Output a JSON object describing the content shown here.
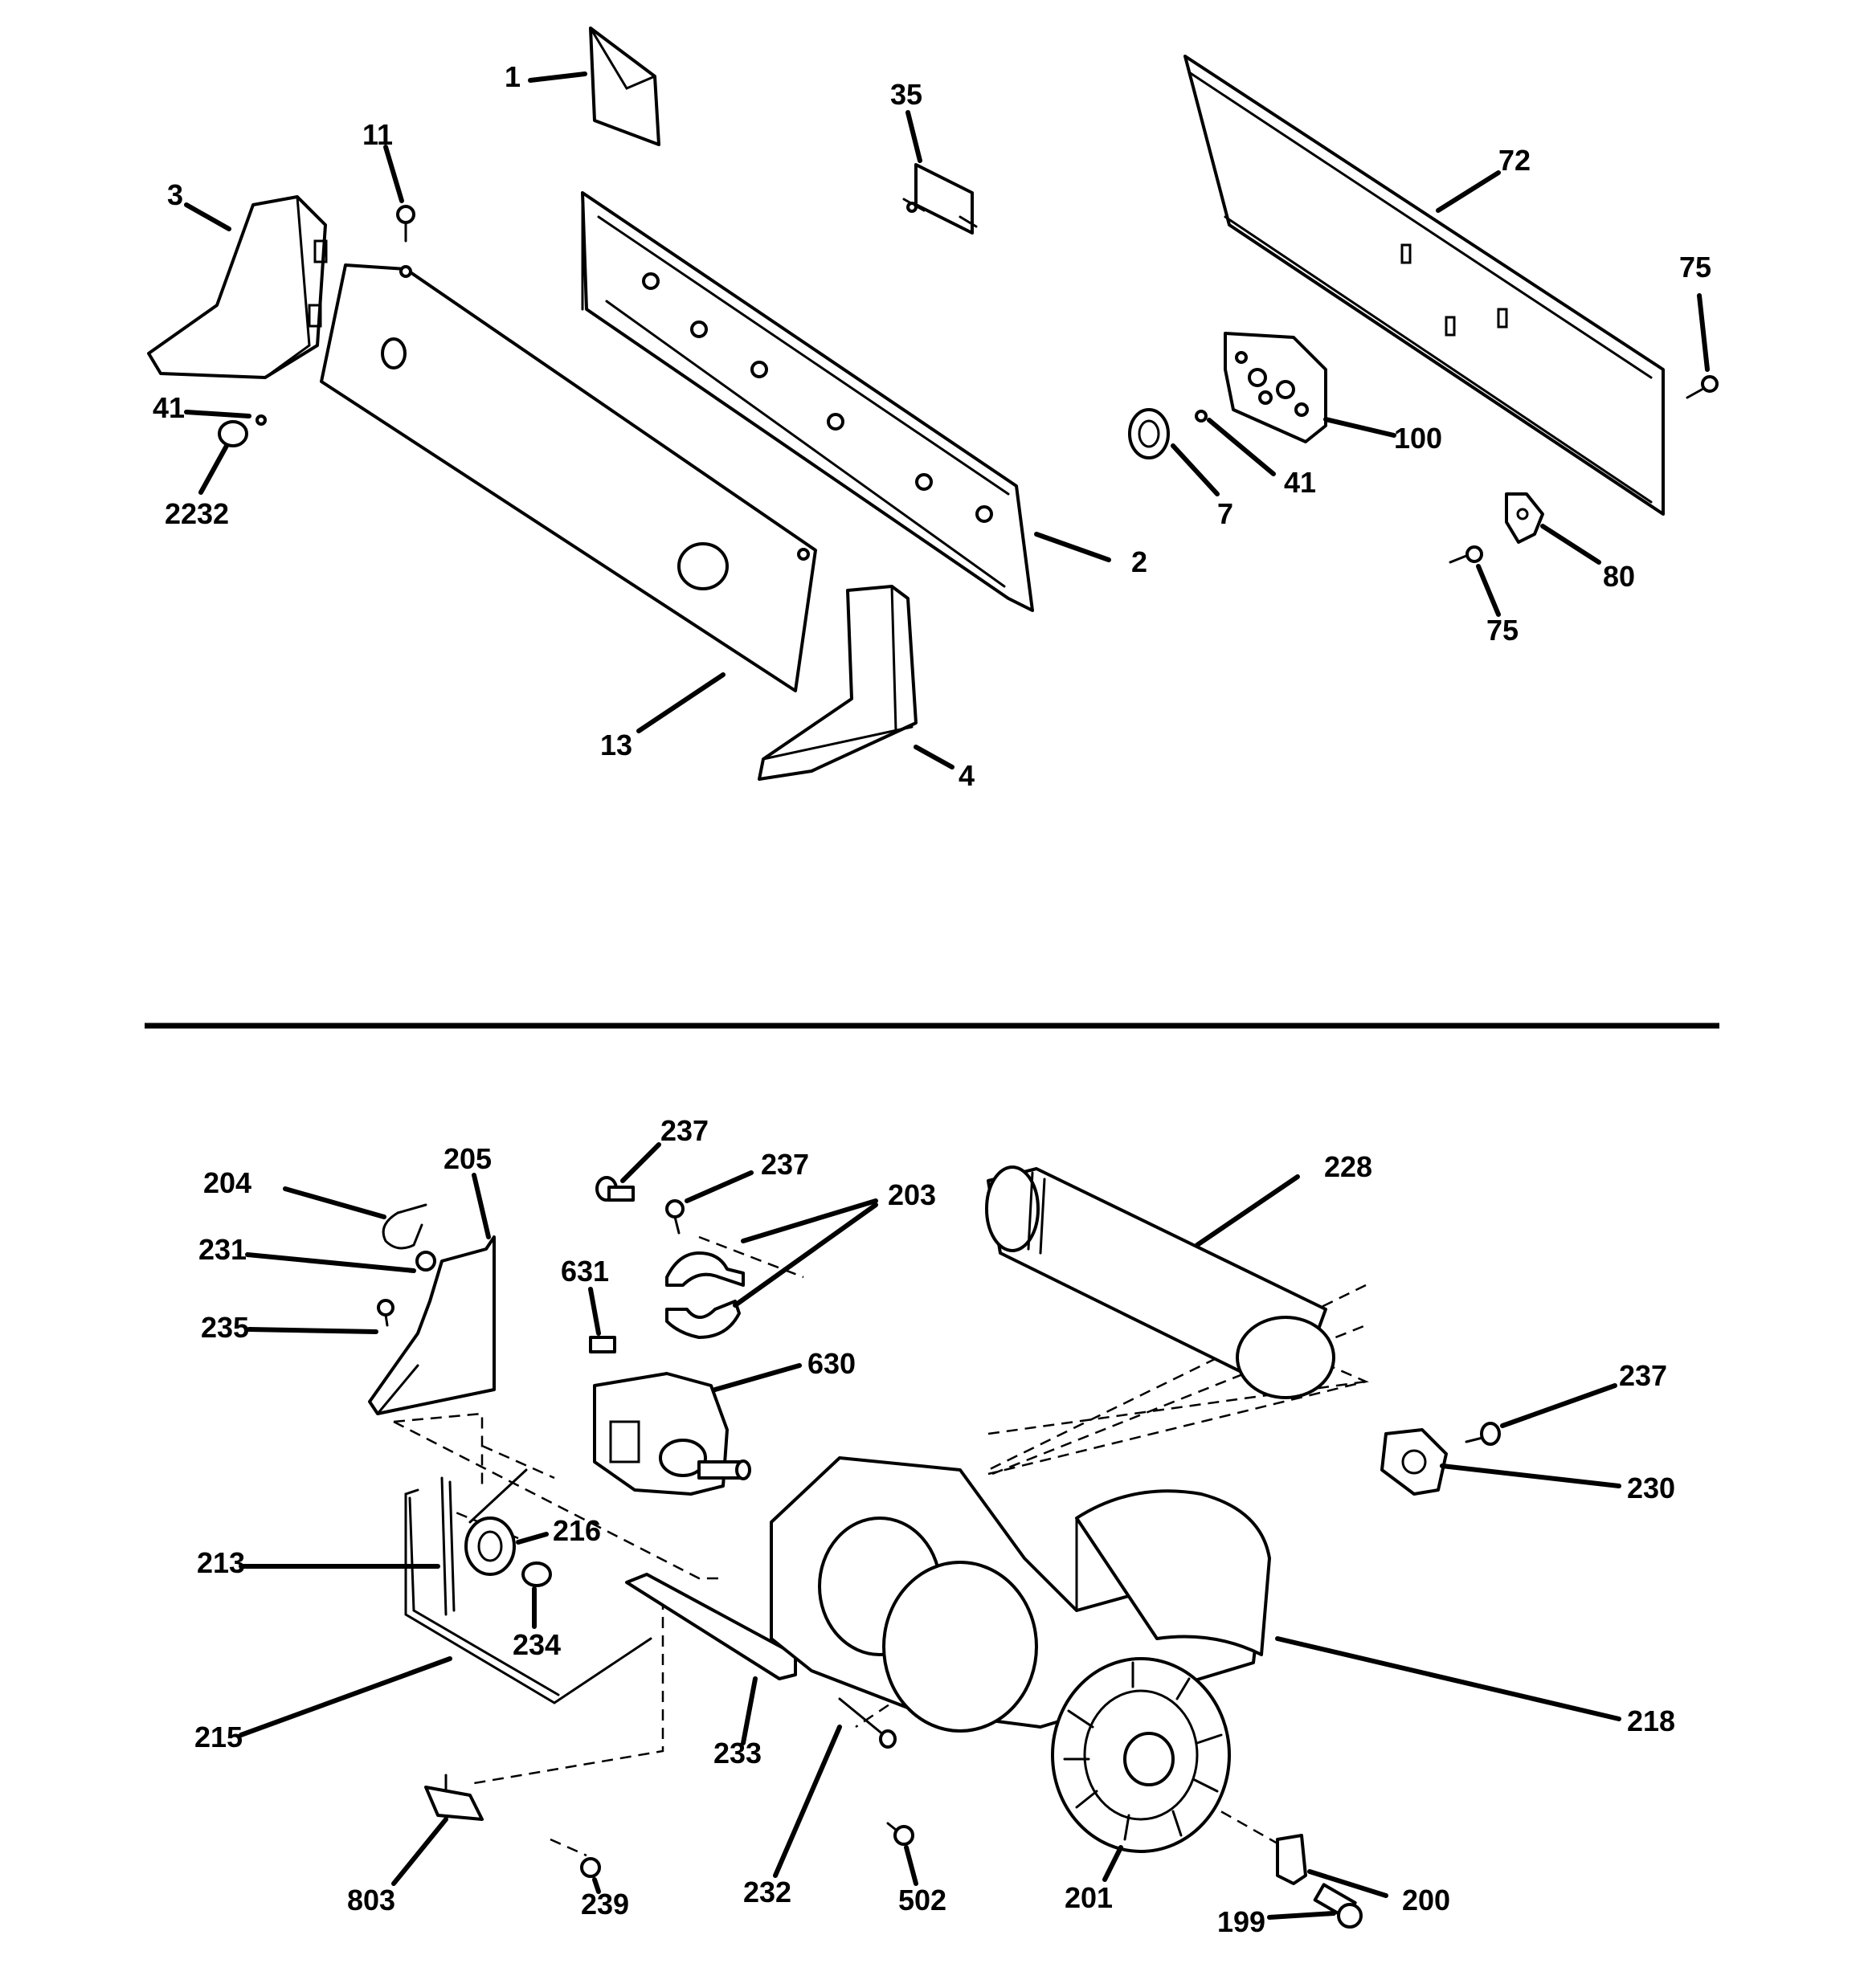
{
  "callouts": {
    "top": [
      "1",
      "35",
      "72",
      "11",
      "3",
      "75",
      "41",
      "100",
      "2232",
      "41",
      "7",
      "2",
      "80",
      "75",
      "13",
      "4"
    ],
    "bottom": [
      "237",
      "237",
      "228",
      "205",
      "204",
      "203",
      "231",
      "631",
      "235",
      "630",
      "237",
      "230",
      "216",
      "213",
      "234",
      "218",
      "215",
      "233",
      "232",
      "803",
      "239",
      "502",
      "201",
      "200",
      "199"
    ]
  }
}
